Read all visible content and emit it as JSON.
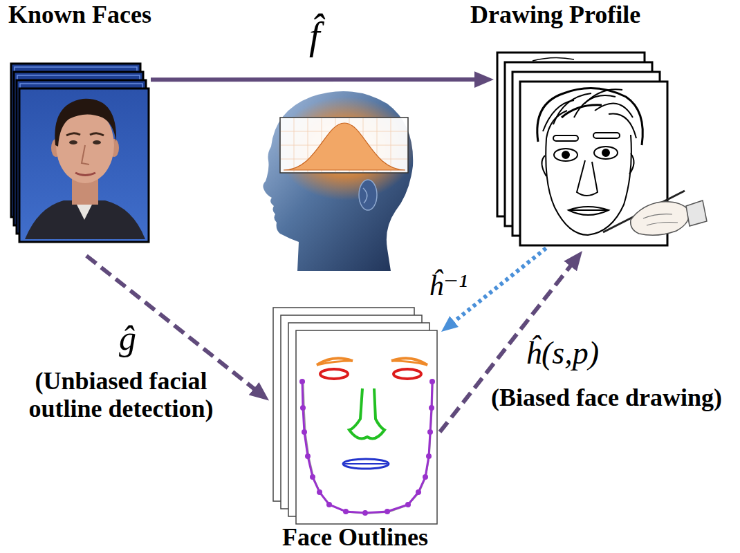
{
  "diagram": {
    "nodes": [
      {
        "text": [
          "Known Faces"
        ]
      },
      {
        "text": [
          "Drawing Profile"
        ]
      },
      {
        "text": [
          "Face Outlines"
        ]
      }
    ],
    "edges": [
      {
        "from": 0,
        "to": 1,
        "arrow": "to",
        "label": "f̂"
      },
      {
        "from": 0,
        "to": 2,
        "arrow": "to",
        "label": "ĝ"
      },
      {
        "from": 2,
        "to": 1,
        "arrow": "to",
        "label": "ĥ(s,p)"
      },
      {
        "from": 1,
        "to": 2,
        "arrow": "to",
        "label": "ĥ⁻¹"
      }
    ],
    "labels": [
      "(Unbiased facial outline detection)",
      "(Biased face drawing)"
    ]
  }
}
